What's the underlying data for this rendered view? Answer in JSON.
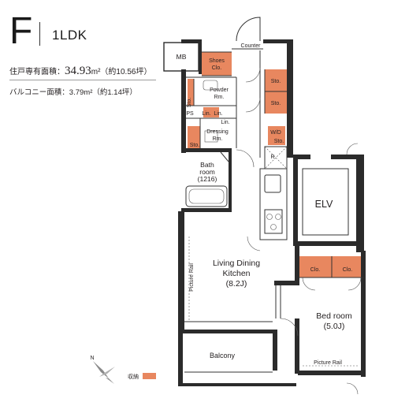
{
  "unit": {
    "letter": "F",
    "type": "1LDK"
  },
  "area": {
    "private_label": "住戸専有面積：",
    "private_value": "34.93",
    "private_unit": "m²",
    "private_tsubo": "（約10.56坪）",
    "balcony_label": "バルコニー面積：3.79m²（約1.14坪）"
  },
  "rooms": {
    "mb": "MB",
    "shoes_clo_1": "Shoes",
    "shoes_clo_2": "Clo.",
    "counter": "Counter",
    "sto_a": "Sto.",
    "sto_b": "Sto.",
    "powder_1": "Powder",
    "powder_2": "Rm.",
    "sto_powder": "Sto.",
    "ps": "PS",
    "lin_1": "Lin.",
    "lin_2": "Lin.",
    "lin_3": "Lin.",
    "dressing_1": "Dressing",
    "dressing_2": "Rm.",
    "sto_dressing": "Sto.",
    "wd": "W/D",
    "sto_wd": "Sto.",
    "r": "R",
    "bath_1": "Bath",
    "bath_2": "room",
    "bath_3": "(1216)",
    "elv": "ELV",
    "ldk_1": "Living Dining",
    "ldk_2": "Kitchen",
    "ldk_3": "(8.2J)",
    "picture_rail_v": "Picture Rail",
    "clo_1": "Clo.",
    "clo_2": "Clo.",
    "bed_1": "Bed room",
    "bed_2": "(5.0J)",
    "picture_rail_h": "Picture Rail",
    "balcony": "Balcony"
  },
  "legend": {
    "storage_label": "収納",
    "storage_color": "#e8875f",
    "north": "N"
  },
  "colors": {
    "storage": "#e8875f",
    "wall": "#2b2b2b"
  }
}
